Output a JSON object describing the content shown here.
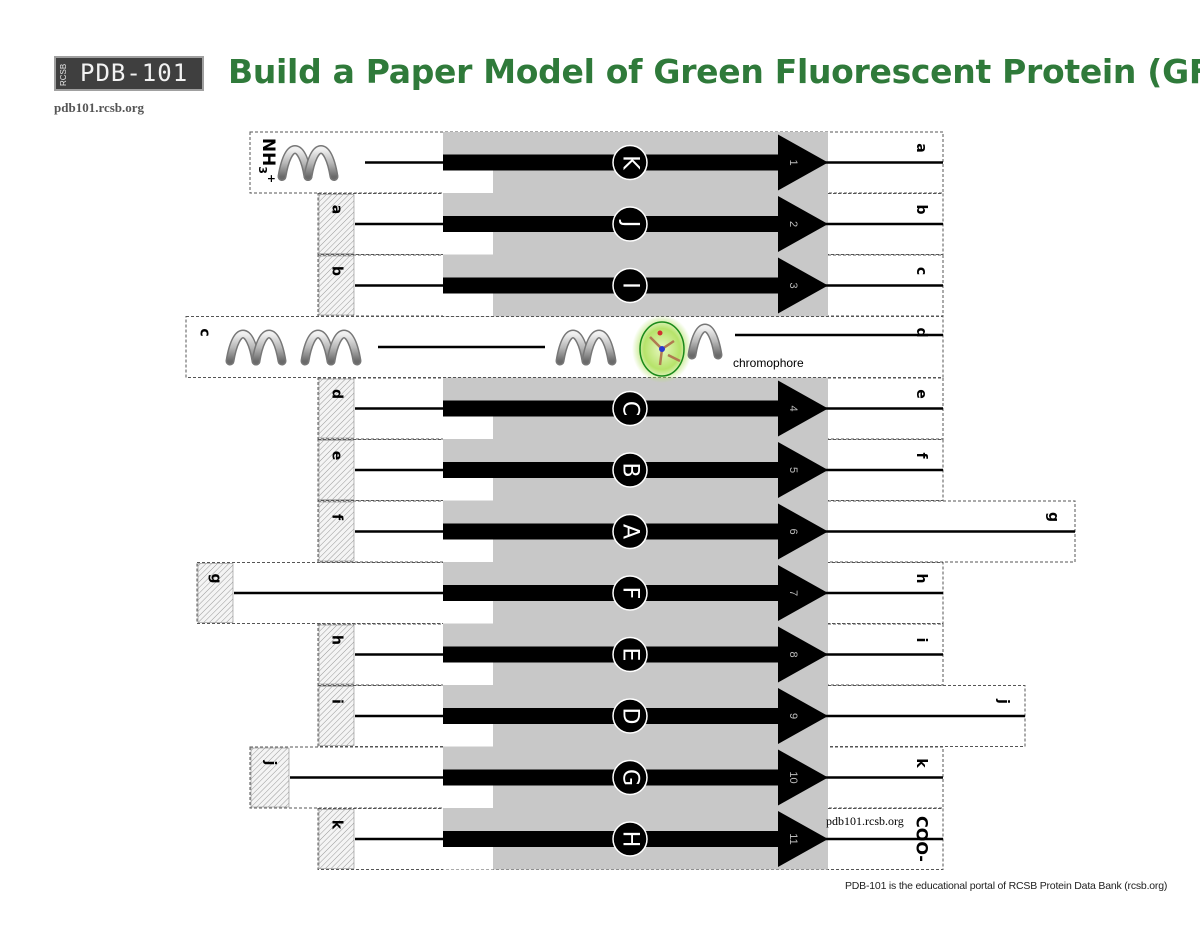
{
  "header": {
    "logo_prefix": "RCSB",
    "logo_text": "PDB-101",
    "url": "pdb101.rcsb.org",
    "title": "Build a Paper Model of Green Fluorescent Protein (GFP)"
  },
  "strands": [
    {
      "letter": "K",
      "number": "1",
      "left_label": "",
      "right_label": "a"
    },
    {
      "letter": "J",
      "number": "2",
      "left_label": "a",
      "right_label": "b"
    },
    {
      "letter": "I",
      "number": "3",
      "left_label": "b",
      "right_label": "c"
    },
    {
      "letter": "",
      "number": "",
      "left_label": "c",
      "right_label": "d"
    },
    {
      "letter": "C",
      "number": "4",
      "left_label": "d",
      "right_label": "e"
    },
    {
      "letter": "B",
      "number": "5",
      "left_label": "e",
      "right_label": "f"
    },
    {
      "letter": "A",
      "number": "6",
      "left_label": "f",
      "right_label": "g"
    },
    {
      "letter": "F",
      "number": "7",
      "left_label": "g",
      "right_label": "h"
    },
    {
      "letter": "E",
      "number": "8",
      "left_label": "h",
      "right_label": "i"
    },
    {
      "letter": "D",
      "number": "9",
      "left_label": "i",
      "right_label": "j"
    },
    {
      "letter": "G",
      "number": "10",
      "left_label": "j",
      "right_label": "k"
    },
    {
      "letter": "H",
      "number": "11",
      "left_label": "k",
      "right_label": ""
    }
  ],
  "n_terminus": {
    "main": "NH",
    "sub": "3",
    "sup": "+"
  },
  "c_terminus": "COO-",
  "chromophore_label": "chromophore",
  "bottom_url": "pdb101.rcsb.org",
  "footer": "PDB-101 is the educational portal of RCSB Protein Data Bank (rcsb.org)",
  "colors": {
    "title_green": "#2f7a3a",
    "sheet_gray": "#c8c8c8",
    "chromophore_glow": "#b6e36a"
  }
}
